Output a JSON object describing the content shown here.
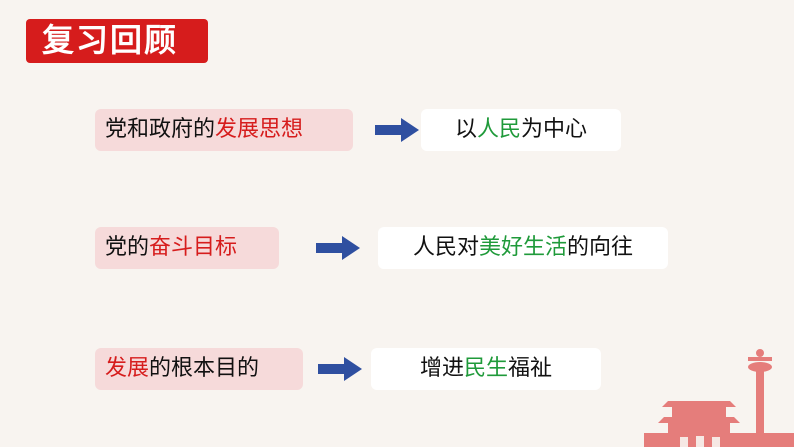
{
  "title": "复习回顾",
  "rows": [
    {
      "left": [
        {
          "text": "党和政府的",
          "style": "normal"
        },
        {
          "text": "发展思想",
          "style": "red"
        }
      ],
      "right": [
        {
          "text": "以",
          "style": "normal"
        },
        {
          "text": "人民",
          "style": "green"
        },
        {
          "text": "为中心",
          "style": "normal"
        }
      ]
    },
    {
      "left": [
        {
          "text": "党的",
          "style": "normal"
        },
        {
          "text": "奋斗目标",
          "style": "red"
        }
      ],
      "right": [
        {
          "text": "人民对",
          "style": "normal"
        },
        {
          "text": "美好生活",
          "style": "green"
        },
        {
          "text": "的向往",
          "style": "normal"
        }
      ]
    },
    {
      "left": [
        {
          "text": "发展",
          "style": "red"
        },
        {
          "text": "的根本目的",
          "style": "normal"
        }
      ],
      "right": [
        {
          "text": "增进",
          "style": "normal"
        },
        {
          "text": "民生",
          "style": "green"
        },
        {
          "text": "福祉",
          "style": "normal"
        }
      ]
    }
  ],
  "colors": {
    "accent_red": "#d61c1c",
    "accent_green": "#1f9a3a",
    "arrow_blue": "#2f4fa0",
    "box_pink": "#f6dada"
  },
  "icons": {
    "arrow": "arrow-right-icon",
    "decoration": "tiananmen-huabiao-decoration"
  }
}
